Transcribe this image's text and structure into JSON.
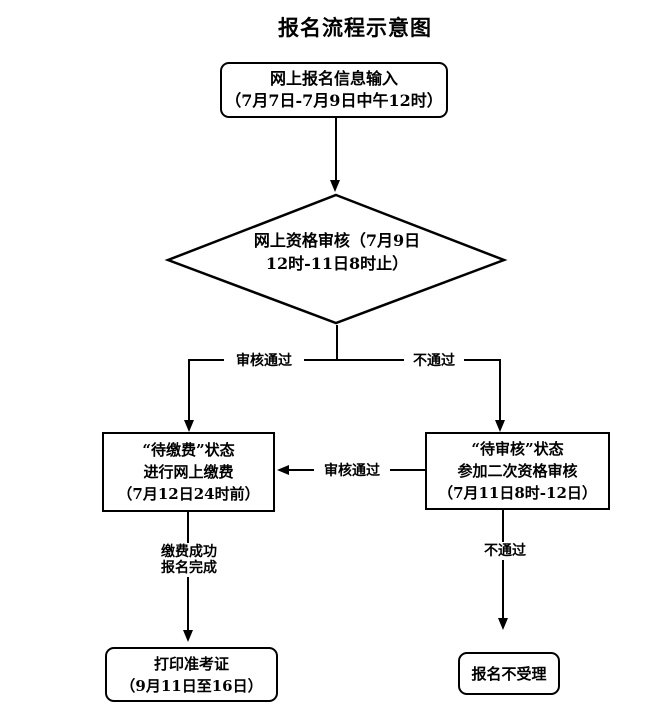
{
  "title": "报名流程示意图",
  "nodes": {
    "start": {
      "line1": "网上报名信息输入",
      "line2": "（7月7日-7月9日中午12时）"
    },
    "decision": {
      "line1": "网上资格审核（7月9日",
      "line2": "12时-11日8时止）"
    },
    "pay": {
      "line1": "“待缴费”状态",
      "line2": "进行网上缴费",
      "line3": "（7月12日24时前）"
    },
    "recheck": {
      "line1": "“待审核”状态",
      "line2": "参加二次资格审核",
      "line3": "（7月11日8时-12日）"
    },
    "print": {
      "line1": "打印准考证",
      "line2": "（9月11日至16日）"
    },
    "reject": {
      "line1": "报名不受理"
    }
  },
  "edge_labels": {
    "branch_pass": "审核通过",
    "branch_fail": "不通过",
    "recheck_pass": "审核通过",
    "pay_done_line1": "缴费成功",
    "pay_done_line2": "报名完成",
    "recheck_fail": "不通过"
  },
  "colors": {
    "line": "#000000",
    "text": "#000000",
    "background": "#ffffff"
  }
}
